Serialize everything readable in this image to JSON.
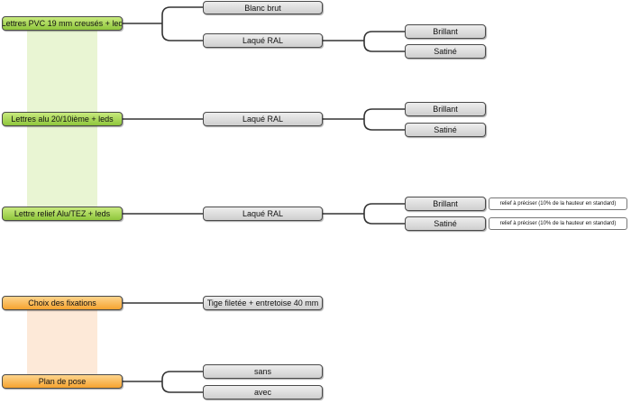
{
  "categories": {
    "pvc": "Lettres PVC 19 mm creusés + led",
    "alu": "Lettres alu 20/10ième + leds",
    "relief": "Lettre relief Alu/TEZ + leds",
    "fixations": "Choix des fixations",
    "pose": "Plan de pose"
  },
  "options": {
    "blanc_brut": "Blanc brut",
    "laque_pvc": "Laqué RAL",
    "laque_alu": "Laqué RAL",
    "laque_relief": "Laqué RAL",
    "tige": "Tige filetée + entretoise 40 mm",
    "sans": "sans",
    "avec": "avec"
  },
  "finishes": {
    "pvc_brillant": "Brillant",
    "pvc_satine": "Satiné",
    "alu_brillant": "Brillant",
    "alu_satine": "Satiné",
    "relief_brillant": "Brillant",
    "relief_satine": "Satiné"
  },
  "notes": {
    "relief_brillant": "relief à préciser (10% de la hauteur en standard)",
    "relief_satine": "relief à préciser (10% de la hauteur en standard)"
  },
  "colors": {
    "category_green": "#a8d85a",
    "category_orange": "#f8b850",
    "option_grey": "#dcdcdc",
    "band_green": "#e9f5d3",
    "band_orange": "#fde9d8",
    "line": "#333333"
  }
}
